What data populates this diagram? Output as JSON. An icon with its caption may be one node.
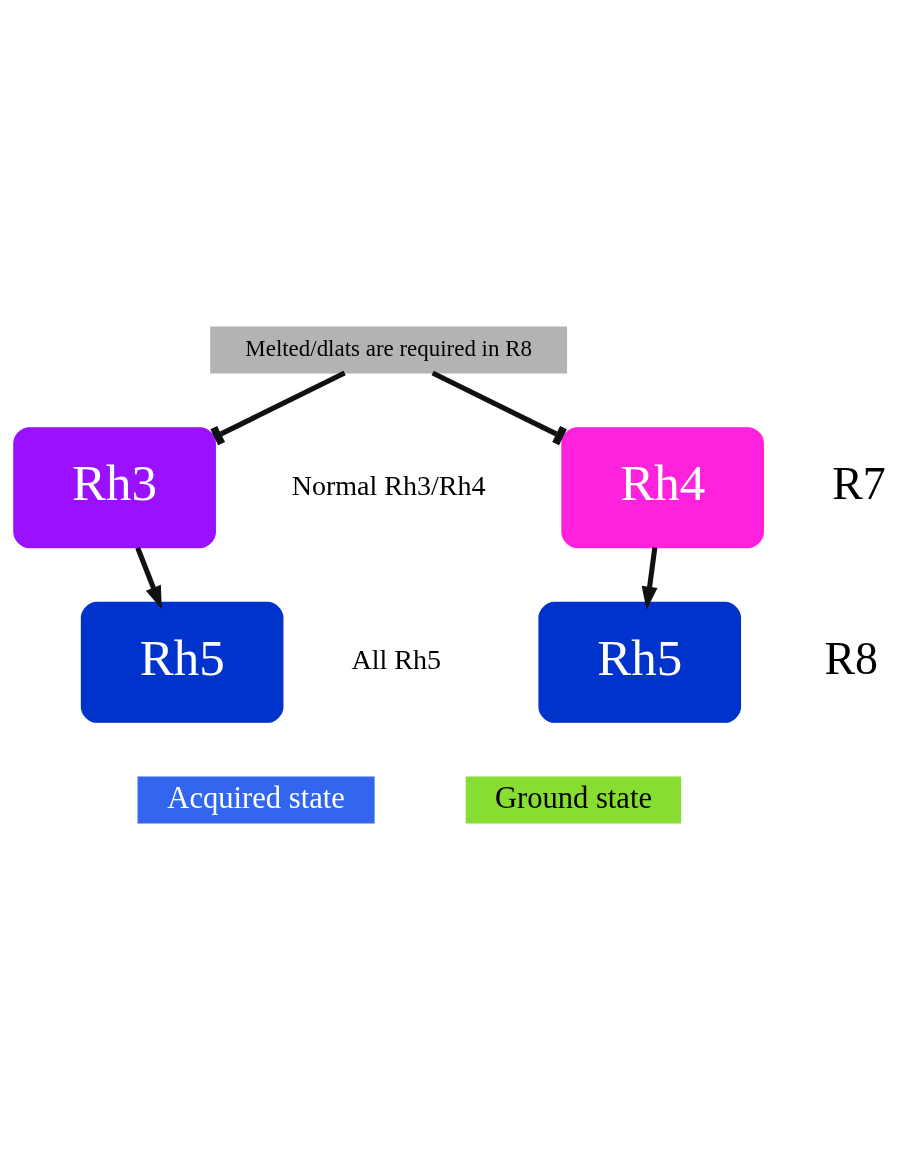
{
  "diagram": {
    "nodes": [
      {
        "text": [
          "Melted/dlats are required in R8"
        ]
      },
      {
        "text": [
          "Rh4"
        ]
      },
      {
        "text": [
          "Rh5"
        ]
      },
      {
        "text": [
          "Rh3"
        ]
      },
      {
        "text": [
          "Rh5"
        ]
      },
      {
        "text": [
          "Ground state"
        ]
      },
      {
        "text": [
          "Acquired state"
        ]
      }
    ],
    "edges": [
      {
        "from": 0,
        "to": 1,
        "arrow": "other"
      },
      {
        "from": 0,
        "to": 3,
        "arrow": "other"
      },
      {
        "from": 1,
        "to": 2,
        "arrow": "to"
      },
      {
        "from": 3,
        "to": 4,
        "arrow": "to"
      }
    ],
    "labels": [
      "R7",
      "R8",
      "Normal Rh3/Rh4",
      "All Rh5"
    ]
  }
}
